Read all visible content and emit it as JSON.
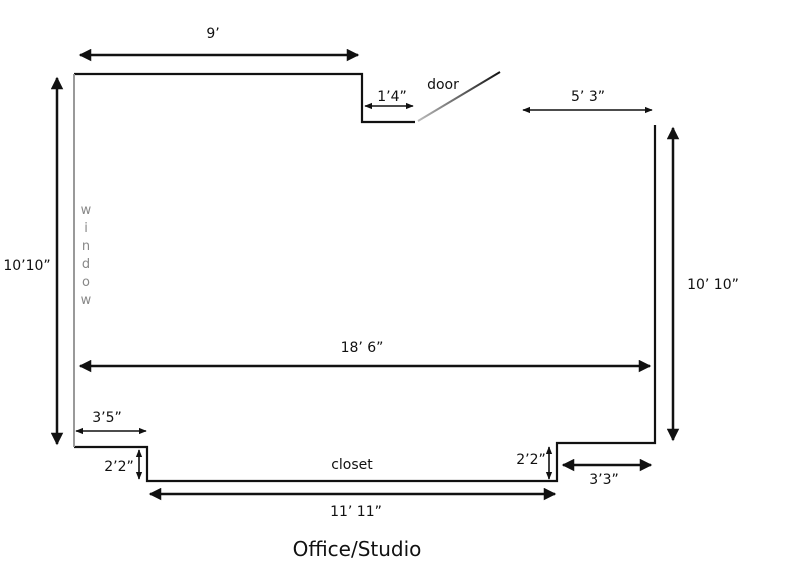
{
  "plan": {
    "title": "Office/Studio",
    "labels": {
      "door": "door",
      "closet": "closet",
      "window_letters": [
        "w",
        "i",
        "n",
        "d",
        "o",
        "w"
      ]
    },
    "dimensions": {
      "top_wall": "9’",
      "door_offset": "1’4”",
      "right_top_wall": "5’ 3”",
      "left_height": "10’10”",
      "right_height": "10’ 10”",
      "room_width": "18’ 6”",
      "left_step": "3’5”",
      "left_closet_depth": "2’2”",
      "right_closet_depth": "2’2”",
      "right_step": "3’3”",
      "closet_width": "11’ 11”"
    }
  }
}
